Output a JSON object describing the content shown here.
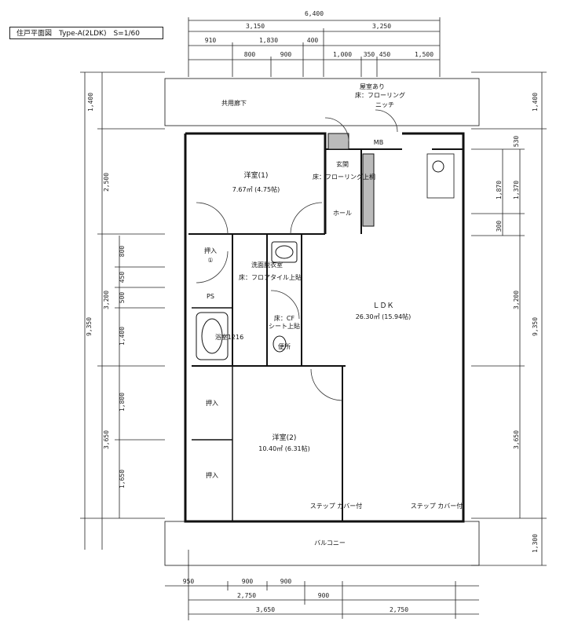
{
  "title": "住戸平面図　Type-A(2LDK)　S=1/60",
  "dimensions": {
    "top_total": "6,400",
    "top_left": "3,150",
    "top_right": "3,250",
    "top_row2": [
      "910",
      "1,830",
      "400"
    ],
    "top_row3_left": [
      "800",
      "900"
    ],
    "top_row3_right": [
      "1,000",
      "350",
      "450",
      "1,500"
    ],
    "left_total": "9,350",
    "left_outer": [
      "1,400",
      "2,500",
      "3,200",
      "3,650"
    ],
    "left_inner": [
      "800",
      "450",
      "500",
      "1,400",
      "1,800",
      "1,650"
    ],
    "right_outer": [
      "1,400",
      "9,350",
      "1,300"
    ],
    "right_inner": [
      "530",
      "1,870",
      "1,370",
      "300",
      "3,200",
      "3,650"
    ],
    "bottom_row1": [
      "950",
      "900",
      "900"
    ],
    "bottom_row2": [
      "2,750",
      "900"
    ],
    "bottom_row3": [
      "3,650",
      "2,750"
    ]
  },
  "rooms": {
    "corridor": "共用廊下",
    "meter": "MB",
    "niche": "屋室あり",
    "niche_floor": "床：フローリング",
    "shoe": "ニッチ",
    "entrance": "玄関",
    "entrance_floor": "床：フローリング上桐",
    "hall": "ホール",
    "room1": "洋室(1)",
    "room1_area": "7.67㎡ (4.75帖)",
    "closet1": "押入",
    "closet1_mark": "①",
    "ps": "PS",
    "washroom": "洗面脱衣室",
    "washroom_floor": "床：フロアタイル上貼",
    "bath": "浴室1216",
    "toilet_floor": "床：CF",
    "toilet_floor2": "シート上貼",
    "toilet": "便所",
    "ldk": "ＬＤＫ",
    "ldk_area": "26.30㎡ (15.94帖)",
    "closet2": "押入",
    "closet3": "押入",
    "room2": "洋室(2)",
    "room2_area": "10.40㎡ (6.31帖)",
    "step1": "ステップ カバー付",
    "step2": "ステップ カバー付",
    "balcony": "バルコニー"
  }
}
